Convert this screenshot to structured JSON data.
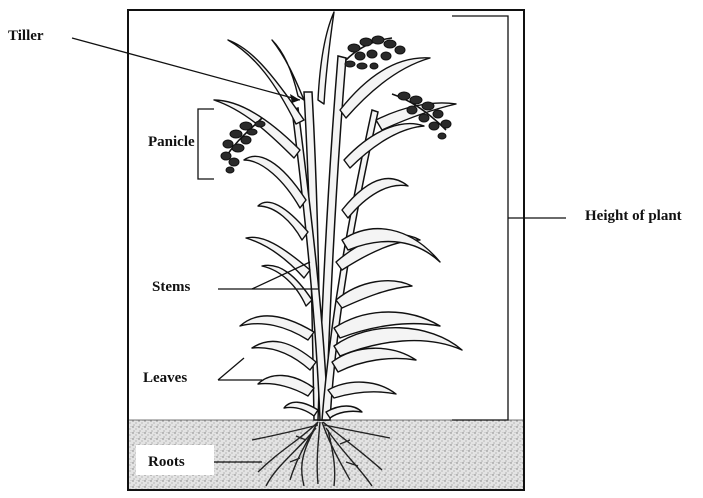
{
  "diagram": {
    "labels": {
      "tiller": "Tiller",
      "panicle": "Panicle",
      "stems": "Stems",
      "leaves": "Leaves",
      "roots": "Roots",
      "height": "Height of plant"
    },
    "colors": {
      "line": "#111111",
      "leaf_fill": "#f4f4f4",
      "soil": "#d9d9d9",
      "background": "#ffffff"
    }
  }
}
